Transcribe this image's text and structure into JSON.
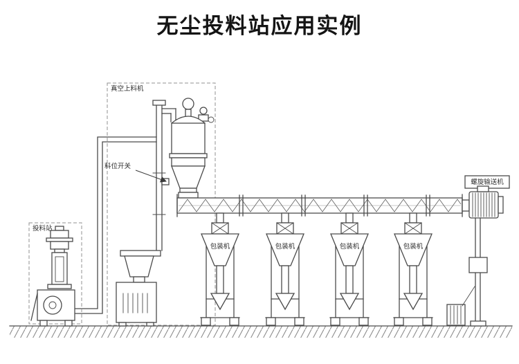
{
  "title": "无尘投料站应用实例",
  "labels": {
    "feed_station": "投料站",
    "vacuum_feeder": "真空上料机",
    "level_switch": "料位开关",
    "screw_conveyor": "螺旋输送机"
  },
  "packing_machines": [
    {
      "label": "包装机"
    },
    {
      "label": "包装机"
    },
    {
      "label": "包装机"
    },
    {
      "label": "包装机"
    }
  ],
  "colors": {
    "line": "#4a4a4a",
    "text": "#2e2e2e",
    "background": "#ffffff",
    "dashed_box": "#909090"
  }
}
